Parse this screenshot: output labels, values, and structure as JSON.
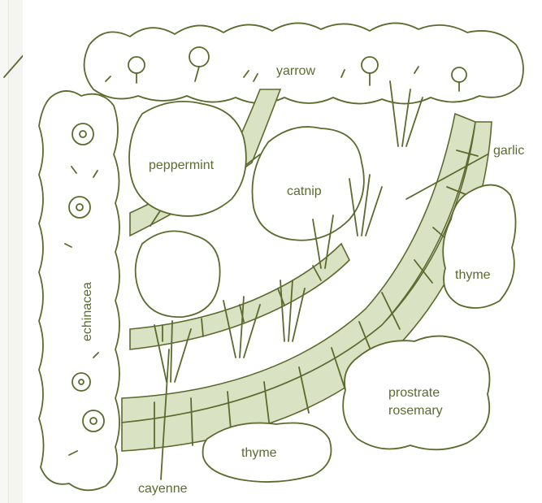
{
  "plan": {
    "colors": {
      "ink": "#5b6b2e",
      "paver": "#d9e3c4",
      "paper": "#ffffff",
      "background": "#f4f4f1"
    },
    "labels": {
      "yarrow": "yarrow",
      "peppermint": "peppermint",
      "catnip": "catnip",
      "garlic": "garlic",
      "echinacea": "echinacea",
      "thyme_right": "thyme",
      "prostrate": "prostrate",
      "rosemary": "rosemary",
      "thyme_bottom": "thyme",
      "cayenne": "cayenne"
    }
  }
}
